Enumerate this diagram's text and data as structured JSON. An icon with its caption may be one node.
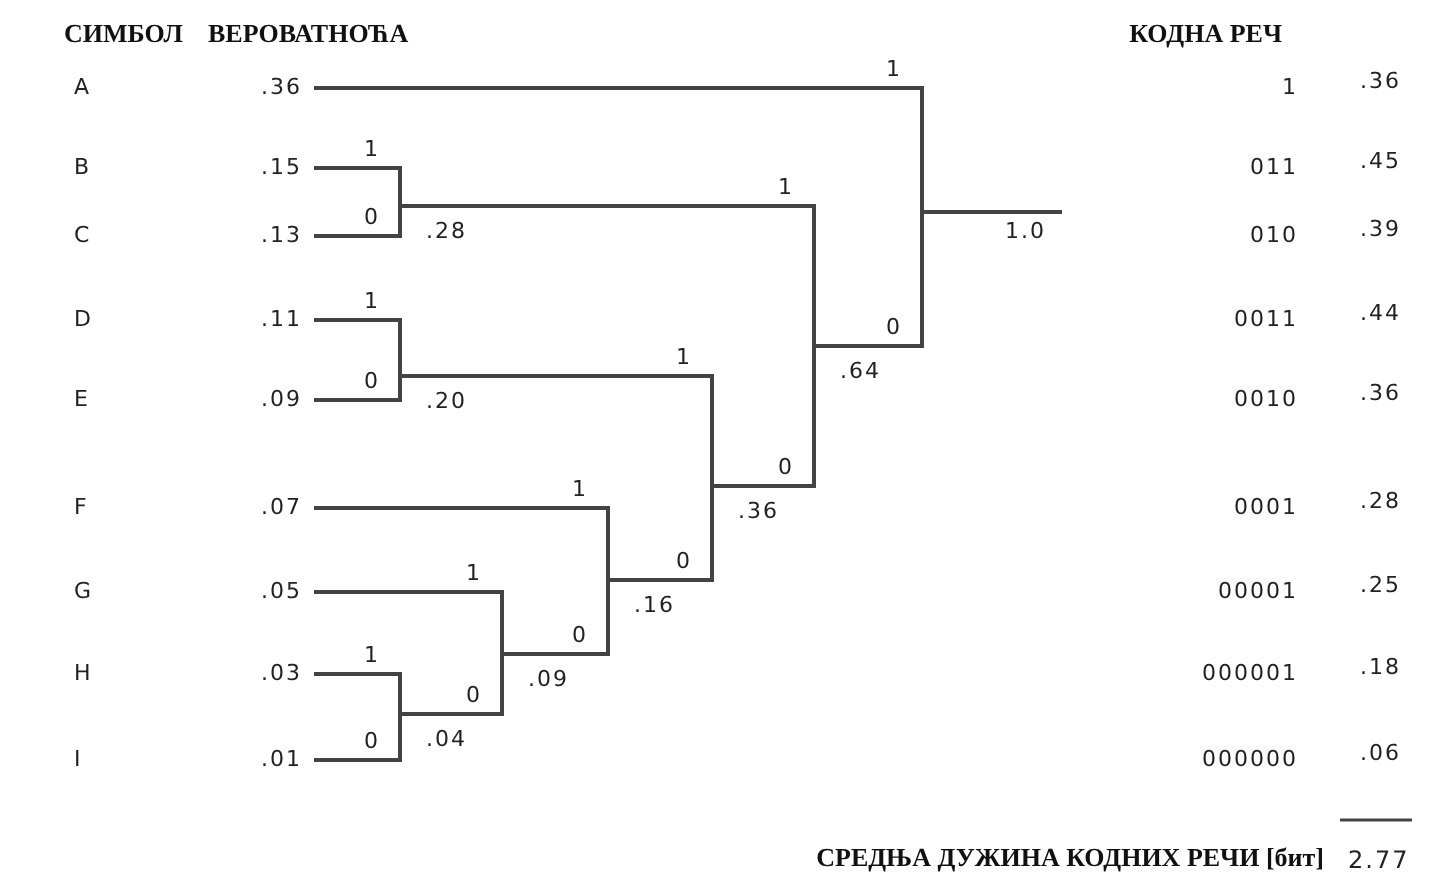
{
  "diagram": {
    "nodes": [
      {
        "text": [
          ".36"
        ]
      },
      {
        "text": [
          ".15"
        ]
      },
      {
        "text": [
          ".13"
        ]
      },
      {
        "text": [
          ".11"
        ]
      },
      {
        "text": [
          ".09"
        ]
      },
      {
        "text": [
          ".07"
        ]
      },
      {
        "text": [
          ".05"
        ]
      },
      {
        "text": [
          ".03"
        ]
      },
      {
        "text": [
          ".01"
        ]
      },
      {
        "text": [
          ".28"
        ]
      },
      {
        "text": [
          ".20"
        ]
      },
      {
        "text": [
          ".04"
        ]
      },
      {
        "text": [
          ".09"
        ]
      },
      {
        "text": [
          ".16"
        ]
      },
      {
        "text": [
          ".36"
        ]
      },
      {
        "text": [
          ".64"
        ]
      },
      {
        "text": [
          "1.0"
        ]
      }
    ],
    "edges": [
      {
        "from": 1,
        "to": 9,
        "arrow": "none",
        "label": "1"
      },
      {
        "from": 2,
        "to": 9,
        "arrow": "none",
        "label": "0"
      },
      {
        "from": 3,
        "to": 10,
        "arrow": "none",
        "label": "1"
      },
      {
        "from": 4,
        "to": 10,
        "arrow": "none",
        "label": "0"
      },
      {
        "from": 7,
        "to": 11,
        "arrow": "none",
        "label": "1"
      },
      {
        "from": 8,
        "to": 11,
        "arrow": "none",
        "label": "0"
      },
      {
        "from": 6,
        "to": 12,
        "arrow": "none",
        "label": "1"
      },
      {
        "from": 11,
        "to": 12,
        "arrow": "none",
        "label": "0"
      },
      {
        "from": 5,
        "to": 13,
        "arrow": "none",
        "label": "1"
      },
      {
        "from": 12,
        "to": 13,
        "arrow": "none",
        "label": "0"
      },
      {
        "from": 10,
        "to": 14,
        "arrow": "none",
        "label": "1"
      },
      {
        "from": 13,
        "to": 14,
        "arrow": "none",
        "label": "0"
      },
      {
        "from": 9,
        "to": 15,
        "arrow": "none",
        "label": "1"
      },
      {
        "from": 14,
        "to": 15,
        "arrow": "none",
        "label": "0"
      },
      {
        "from": 0,
        "to": 16,
        "arrow": "none",
        "label": "1"
      },
      {
        "from": 15,
        "to": 16,
        "arrow": "none",
        "label": "0"
      }
    ],
    "labels": [
      "СИМБОЛ",
      "ВЕРОВАТНОЋА",
      "КОДНА РЕЧ",
      "A",
      "1",
      ".36",
      "B",
      "011",
      ".45",
      "C",
      "010",
      ".39",
      "D",
      "0011",
      ".44",
      "E",
      "0010",
      ".36",
      "F",
      "0001",
      ".28",
      "G",
      "00001",
      ".25",
      "H",
      "000001",
      ".18",
      "I",
      "000000",
      ".06",
      "СРЕДЊА ДУЖИНА КОДНИХ РЕЧИ [бит]",
      "2.77"
    ]
  }
}
